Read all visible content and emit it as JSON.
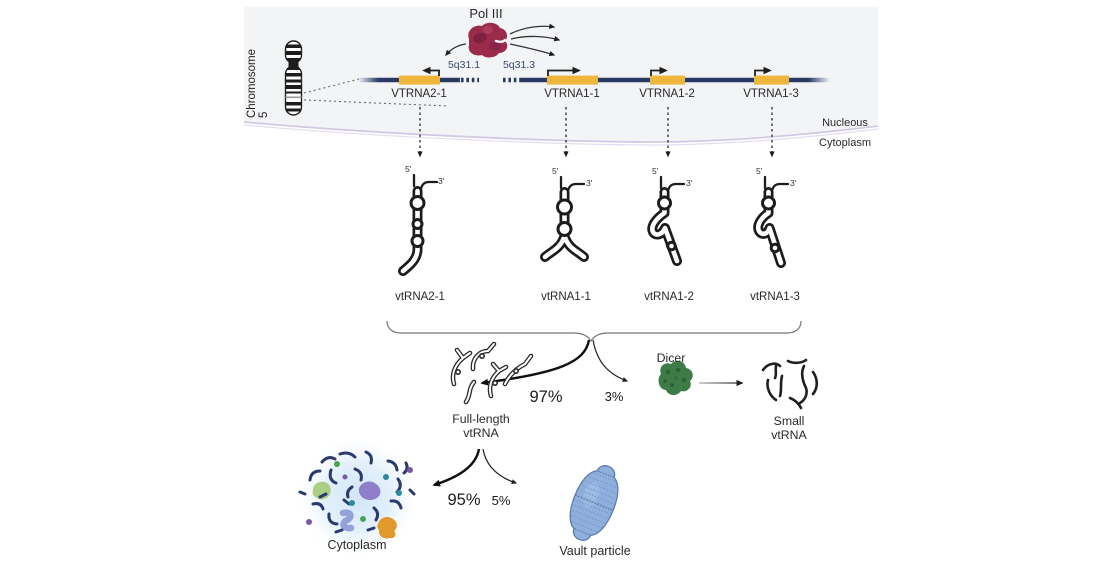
{
  "figure": {
    "nucleus": {
      "pol_label": "Pol III",
      "chromosome_label": "Chromosome 5",
      "loci": [
        "5q31.1",
        "5q31.3"
      ],
      "genes": [
        "VTRNA2-1",
        "VTRNA1-1",
        "VTRNA1-2",
        "VTRNA1-3"
      ],
      "nucleus_label": "Nucleous",
      "cytoplasm_label": "Cytoplasm"
    },
    "transcripts": {
      "five_prime": "5'",
      "three_prime": "3'",
      "names": [
        "vtRNA2-1",
        "vtRNA1-1",
        "vtRNA1-2",
        "vtRNA1-3"
      ]
    },
    "fates": {
      "full_length": {
        "percent": "97%",
        "label_line1": "Full-length",
        "label_line2": "vtRNA"
      },
      "small": {
        "percent": "3%",
        "enzyme": "Dicer",
        "label_line1": "Small",
        "label_line2": "vtRNA"
      },
      "cytoplasm": {
        "percent": "95%",
        "label": "Cytoplasm"
      },
      "vault": {
        "percent": "5%",
        "label": "Vault particle"
      }
    },
    "colors": {
      "dna": "#2b3a64",
      "gene_box": "#efb63e",
      "pol_iii": "#9c2b4b",
      "dicer": "#3e7c47",
      "vault_particle": "#8fafdc",
      "membrane": "#d2c8e4",
      "nucleus_bg": "#f3f4f6"
    }
  }
}
